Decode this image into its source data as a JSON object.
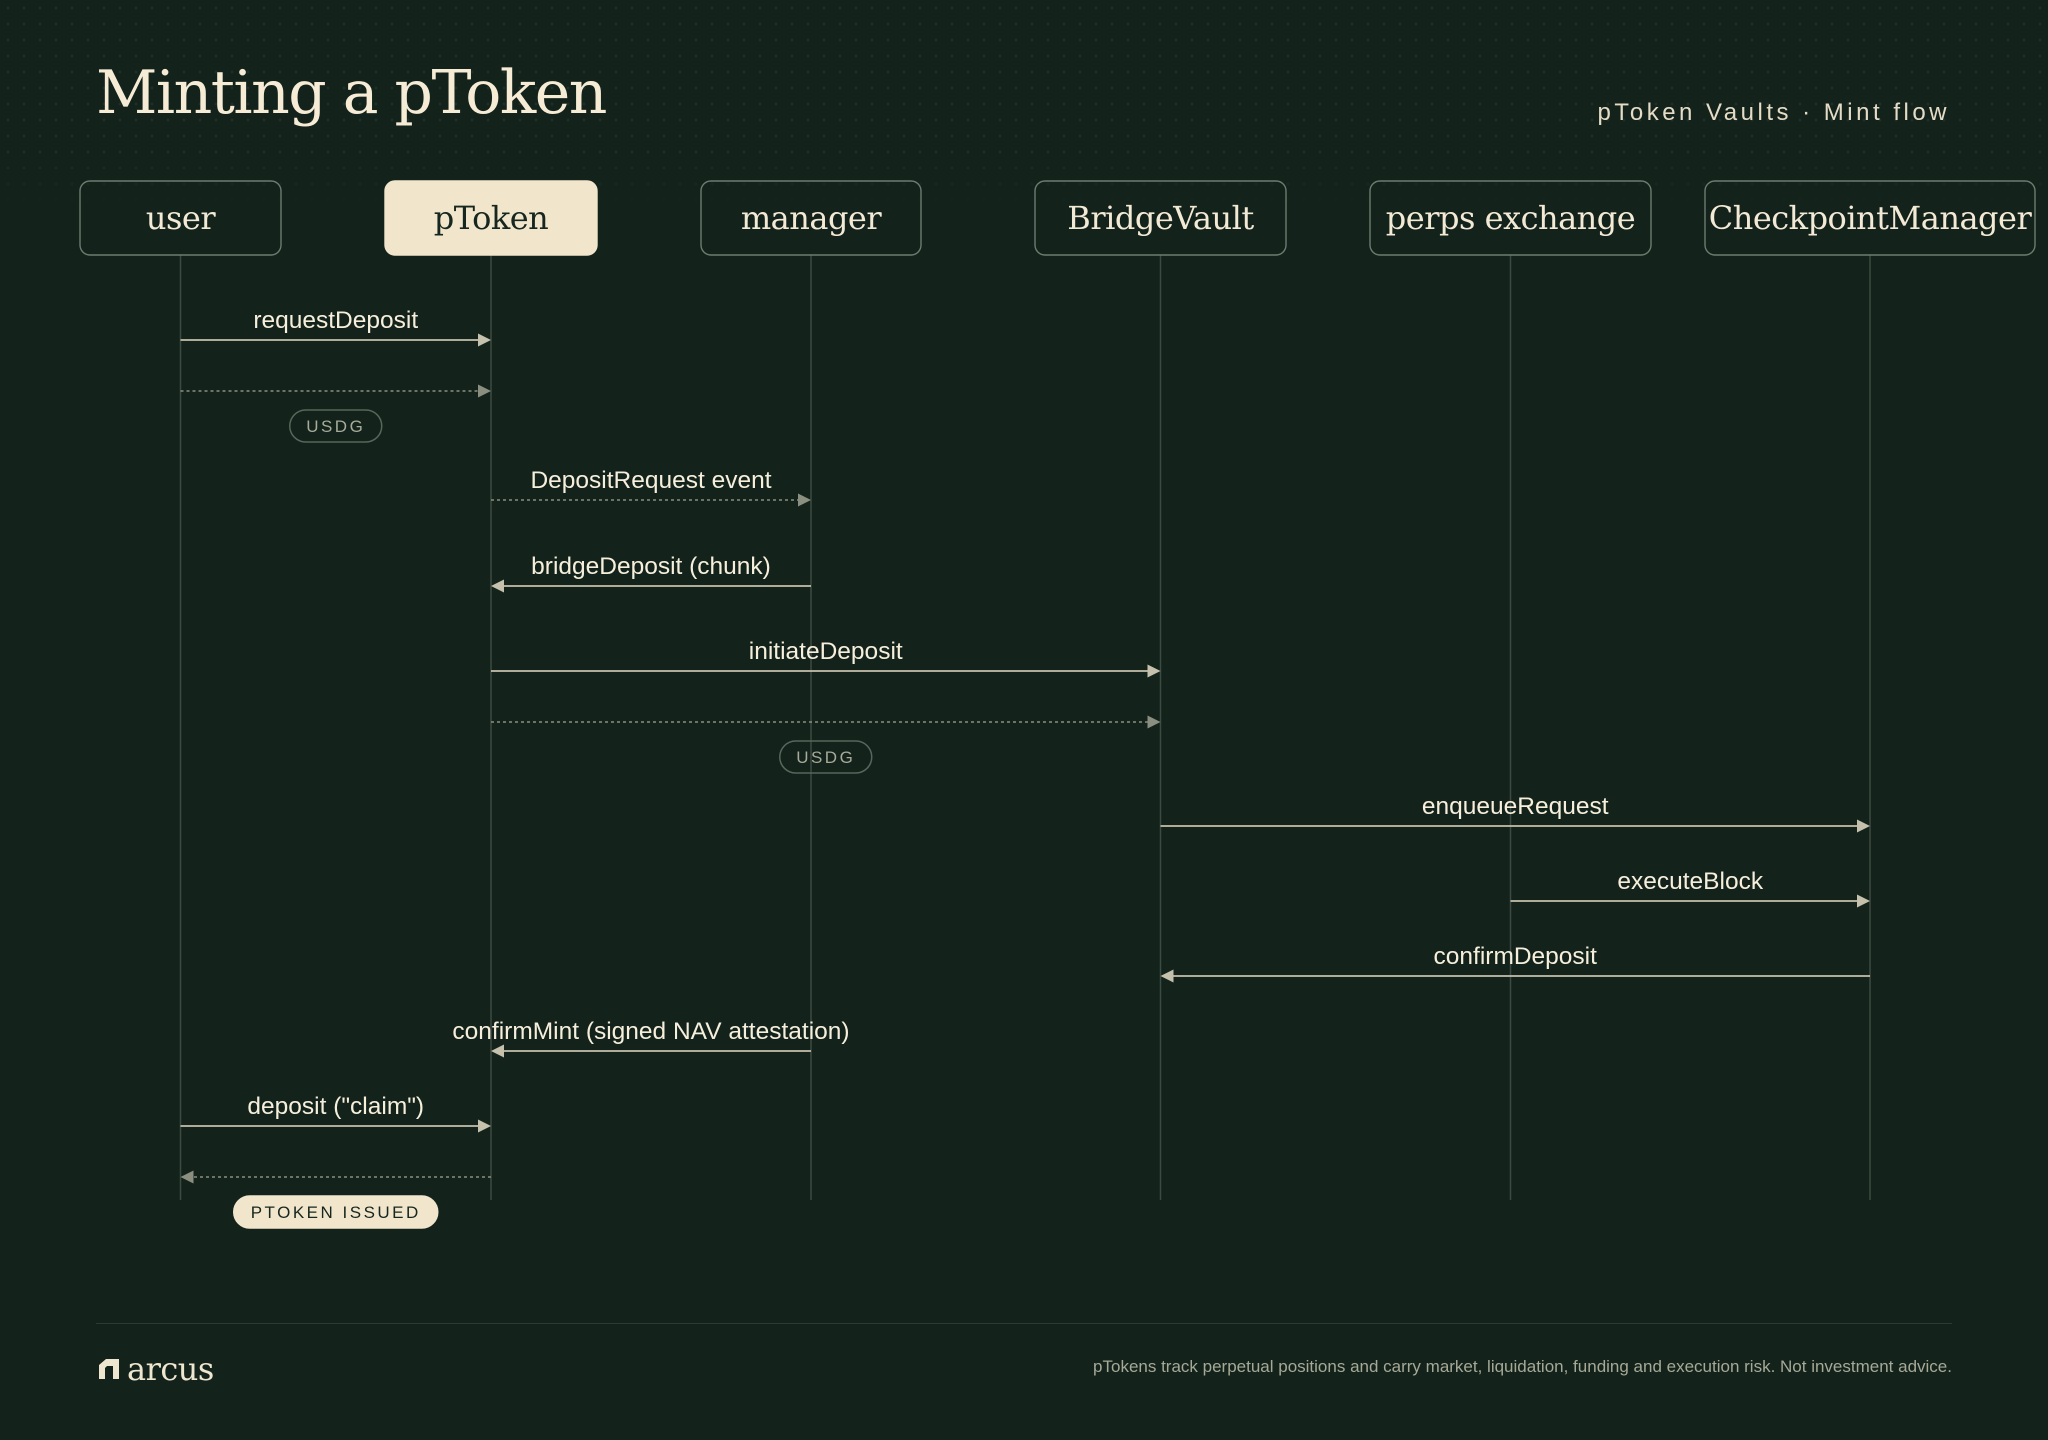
{
  "header": {
    "title": "Minting a pToken",
    "subtitle": "pToken Vaults · Mint flow"
  },
  "actors": [
    {
      "id": "user",
      "label": "user",
      "highlight": false
    },
    {
      "id": "ptoken",
      "label": "pToken",
      "highlight": true
    },
    {
      "id": "manager",
      "label": "manager",
      "highlight": false
    },
    {
      "id": "bridgevault",
      "label": "BridgeVault",
      "highlight": false
    },
    {
      "id": "perps",
      "label": "perps exchange",
      "highlight": false
    },
    {
      "id": "checkpoint",
      "label": "CheckpointManager",
      "highlight": false
    }
  ],
  "messages": [
    {
      "from": "user",
      "to": "ptoken",
      "label": "requestDeposit",
      "style": "solid"
    },
    {
      "from": "user",
      "to": "ptoken",
      "label": "",
      "style": "dotted",
      "tag": "USDG"
    },
    {
      "from": "ptoken",
      "to": "manager",
      "label": "DepositRequest event",
      "style": "dotted"
    },
    {
      "from": "manager",
      "to": "ptoken",
      "label": "bridgeDeposit (chunk)",
      "style": "solid"
    },
    {
      "from": "ptoken",
      "to": "bridgevault",
      "label": "initiateDeposit",
      "style": "solid"
    },
    {
      "from": "ptoken",
      "to": "bridgevault",
      "label": "",
      "style": "dotted",
      "tag": "USDG"
    },
    {
      "from": "bridgevault",
      "to": "checkpoint",
      "label": "enqueueRequest",
      "style": "solid"
    },
    {
      "from": "perps",
      "to": "checkpoint",
      "label": "executeBlock",
      "style": "solid"
    },
    {
      "from": "checkpoint",
      "to": "bridgevault",
      "label": "confirmDeposit",
      "style": "solid"
    },
    {
      "from": "manager",
      "to": "ptoken",
      "label": "confirmMint (signed NAV attestation)",
      "style": "solid"
    },
    {
      "from": "user",
      "to": "ptoken",
      "label": "deposit (\"claim\")",
      "style": "solid"
    },
    {
      "from": "ptoken",
      "to": "user",
      "label": "",
      "style": "dotted",
      "tag": "PTOKEN ISSUED",
      "tag_highlight": true
    }
  ],
  "footer": {
    "brand": "arcus",
    "brand_icon": "arcus-logo-icon",
    "disclaimer": "pTokens track perpetual positions and carry market, liquidation, funding and execution risk. Not investment advice."
  },
  "colors": {
    "background": "#13221b",
    "accent": "#f1e6cc",
    "text": "#f3ead6",
    "line": "#c6c1ad"
  }
}
